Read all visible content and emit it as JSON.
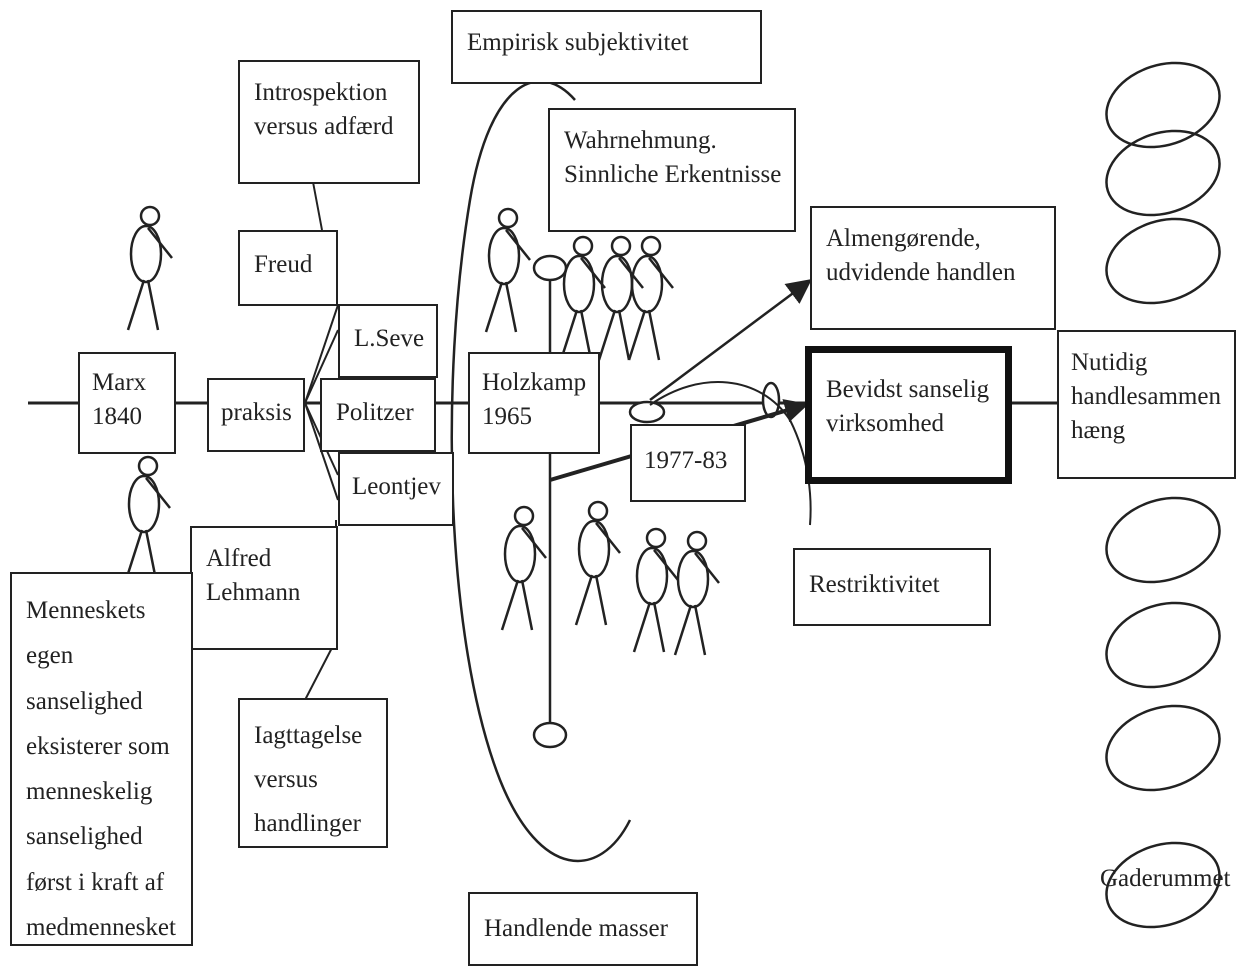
{
  "diagram": {
    "nodes": {
      "empirisk": "Empirisk subjektivitet",
      "introspektion": "Introspektion\nversus adfærd",
      "wahrnehmung": "Wahrnehmung.\nSinnliche Erkentnisse",
      "almengorende": "Almengørende,\nudvidende handlen",
      "freud": "Freud",
      "lseve": "L.Seve",
      "marx": "Marx\n1840",
      "praksis": "praksis",
      "politzer": "Politzer",
      "holzkamp": "Holzkamp\n1965",
      "year_range": "1977-83",
      "bevidst_line1": "Bevidst sanselig",
      "bevidst_line2": "virksomhed",
      "nutidig": "Nutidig\nhandlesammen\nhæng",
      "leontjev": "Leontjev",
      "alfred": "Alfred\nLehmann",
      "restriktivitet": "Restriktivitet",
      "menneskets": "Menneskets\negen\nsanselighed\neksisterer som\nmenneskelig\nsanselighed\nførst i kraft af\nmedmennesket",
      "iagttagelse": "Iagttagelse\nversus\nhandlinger",
      "handlende": "Handlende masser",
      "gaderummet": "Gaderummet"
    }
  }
}
